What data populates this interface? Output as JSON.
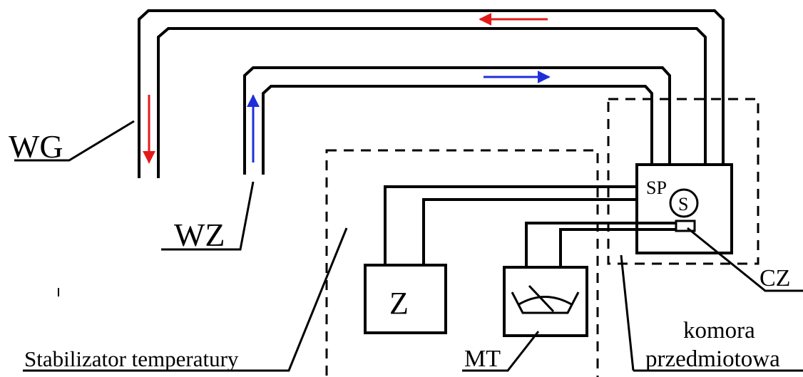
{
  "labels": {
    "wg": "WG",
    "wz": "WZ",
    "sp": "SP",
    "s": "S",
    "z": "Z",
    "mt": "MT",
    "cz": "CZ",
    "stabilizator": "Stabilizator temperatury",
    "komora_line1": "komora",
    "komora_line2": "przedmiotowa"
  },
  "colors": {
    "line": "#000000",
    "return_arrow": "#e41a1a",
    "supply_arrow": "#1f2fd8",
    "background": "#ffffff"
  }
}
